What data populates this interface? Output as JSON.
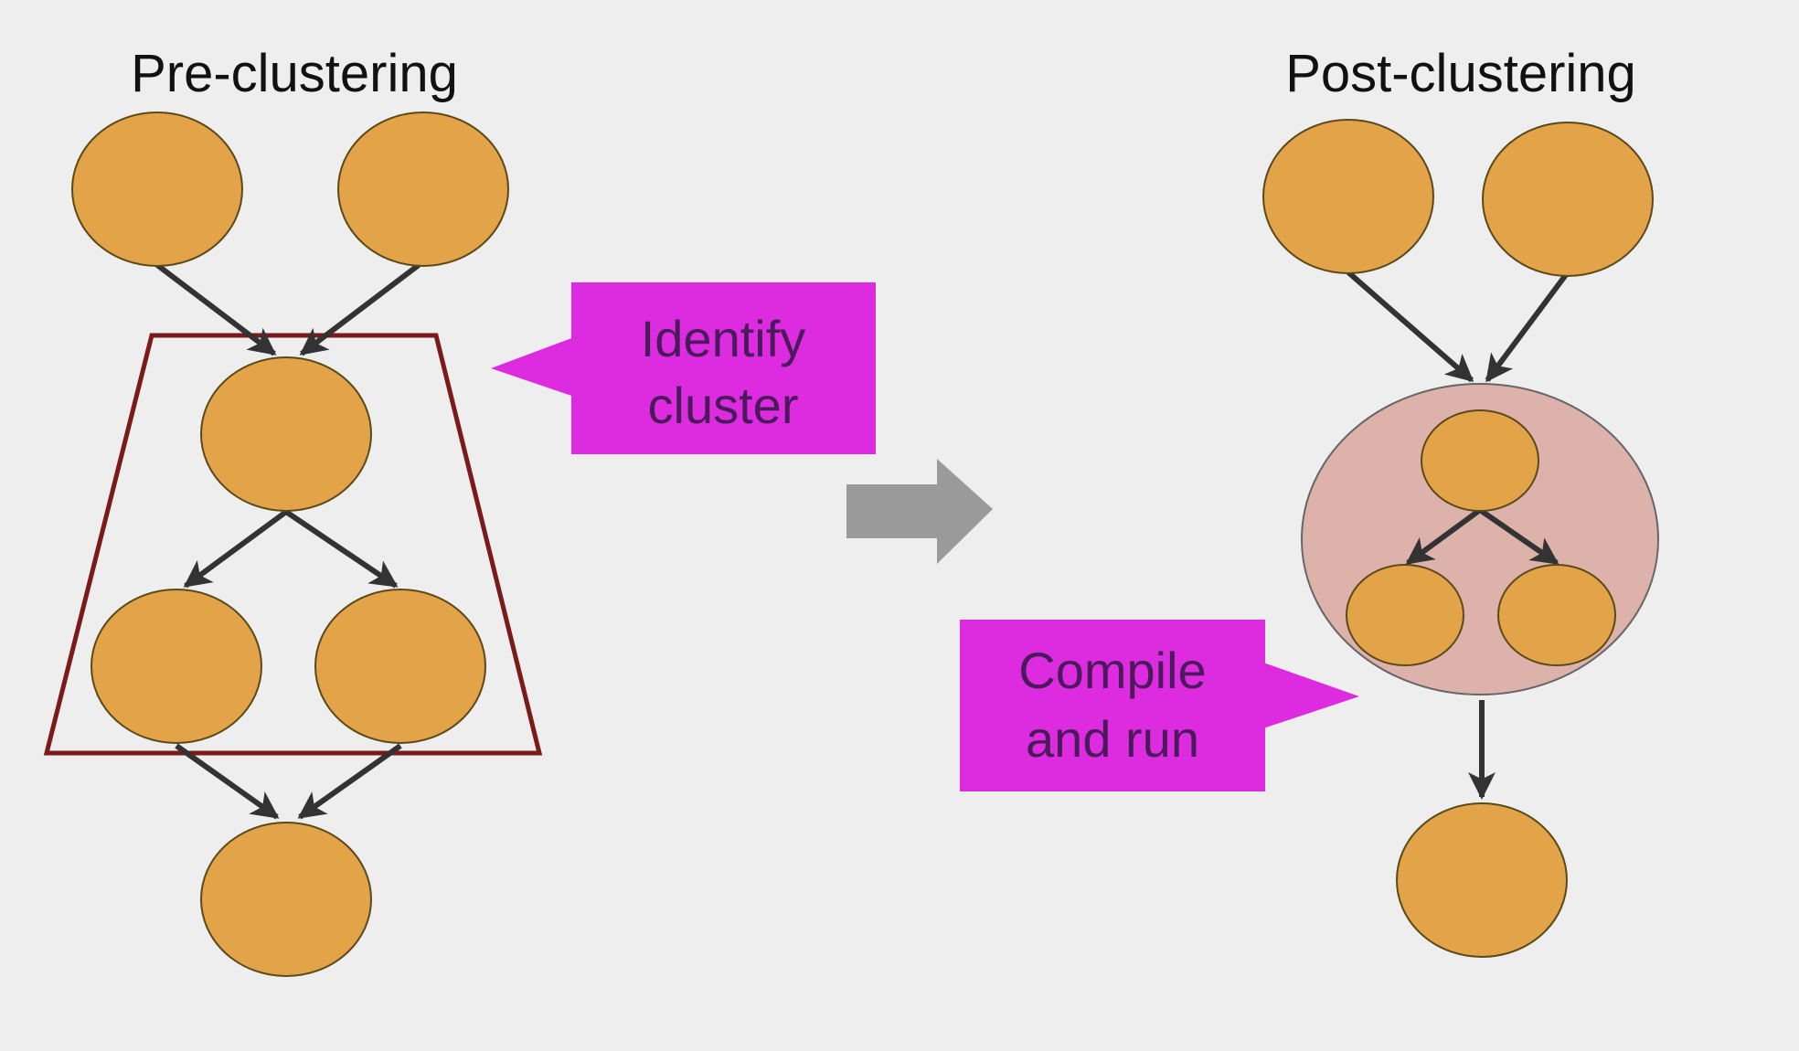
{
  "colors": {
    "background": "#eeeeee",
    "node_fill": "#e3a348",
    "cluster_fill": "#ddb2aa",
    "cluster_outline": "#7a1b1b",
    "callout_fill": "#dd2be0",
    "callout_text": "#4a1a5a",
    "arrow_gray": "#9a9a9a",
    "edge": "#333333"
  },
  "left_panel": {
    "title": "Pre-clustering"
  },
  "right_panel": {
    "title": "Post-clustering"
  },
  "callouts": {
    "identify": {
      "line1": "Identify",
      "line2": "cluster"
    },
    "compile": {
      "line1": "Compile",
      "line2": "and run"
    }
  },
  "transition_arrow": "right-arrow-icon"
}
